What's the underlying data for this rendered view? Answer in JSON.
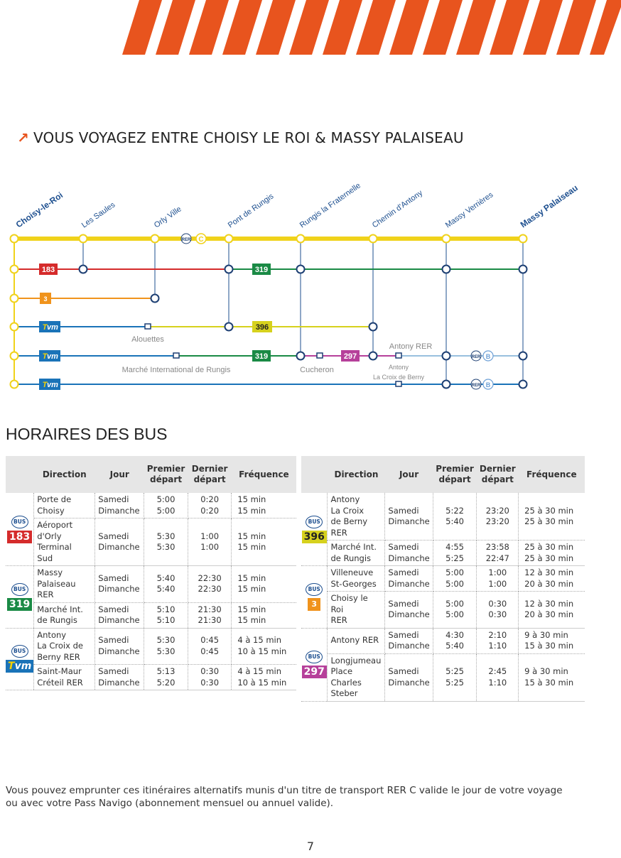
{
  "header": {
    "title": "VOUS VOYAGEZ ENTRE CHOISY LE ROI & MASSY PALAISEAU",
    "arrow_icon": "north-east-arrow-icon",
    "accent_color": "#e8541e"
  },
  "map": {
    "stations": [
      "Choisy-le-Roi",
      "Les Saules",
      "Orly Ville",
      "Pont de Rungis",
      "Rungis la Fraternelle",
      "Chemin d'Antony",
      "Massy Verrières",
      "Massy Palaiseau"
    ],
    "rer_badge": "RER",
    "rer_line": "C",
    "rer_b": "B",
    "line_labels": {
      "l183": "183",
      "l319a": "319",
      "l3": "3",
      "l396": "396",
      "l319b": "319",
      "l297": "297",
      "tvm_t": "T",
      "tvm_vm": "vm"
    },
    "stop_labels": {
      "alouettes": "Alouettes",
      "marche": "Marché International de Rungis",
      "cucheron": "Cucheron",
      "antony_rer": "Antony RER",
      "antony_berny_1": "Antony",
      "antony_berny_2": "La Croix de Berny"
    }
  },
  "schedule_title": "HORAIRES DES BUS",
  "columns": {
    "direction": "Direction",
    "jour": "Jour",
    "premier_1": "Premier",
    "premier_2": "départ",
    "dernier_1": "Dernier",
    "dernier_2": "départ",
    "frequence": "Fréquence"
  },
  "bus_badge": "BUS",
  "left_table": [
    {
      "line": "183",
      "rows": [
        {
          "dir": [
            "Porte de",
            "Choisy"
          ],
          "jour": [
            "Samedi",
            "Dimanche"
          ],
          "premier": [
            "5:00",
            "5:00"
          ],
          "dernier": [
            "0:20",
            "0:20"
          ],
          "freq": [
            "15 min",
            "15 min"
          ]
        },
        {
          "dir": [
            "Aéroport",
            "d'Orly",
            "Terminal",
            "Sud"
          ],
          "jour": [
            "Samedi",
            "Dimanche"
          ],
          "premier": [
            "5:30",
            "5:30"
          ],
          "dernier": [
            "1:00",
            "1:00"
          ],
          "freq": [
            "15 min",
            "15 min"
          ]
        }
      ]
    },
    {
      "line": "319",
      "rows": [
        {
          "dir": [
            "Massy",
            "Palaiseau",
            "RER"
          ],
          "jour": [
            "Samedi",
            "Dimanche"
          ],
          "premier": [
            "5:40",
            "5:40"
          ],
          "dernier": [
            "22:30",
            "22:30"
          ],
          "freq": [
            "15 min",
            "15 min"
          ]
        },
        {
          "dir": [
            "Marché Int.",
            "de Rungis"
          ],
          "jour": [
            "Samedi",
            "Dimanche"
          ],
          "premier": [
            "5:10",
            "5:10"
          ],
          "dernier": [
            "21:30",
            "21:30"
          ],
          "freq": [
            "15 min",
            "15 min"
          ]
        }
      ]
    },
    {
      "line": "Tvm",
      "rows": [
        {
          "dir": [
            "Antony",
            "La Croix de",
            "Berny RER"
          ],
          "jour": [
            "Samedi",
            "Dimanche"
          ],
          "premier": [
            "5:30",
            "5:30"
          ],
          "dernier": [
            "0:45",
            "0:45"
          ],
          "freq": [
            "4 à 15 min",
            "10 à 15 min"
          ]
        },
        {
          "dir": [
            "Saint-Maur",
            "Créteil RER"
          ],
          "jour": [
            "Samedi",
            "Dimanche"
          ],
          "premier": [
            "5:13",
            "5:20"
          ],
          "dernier": [
            "0:30",
            "0:30"
          ],
          "freq": [
            "4 à 15 min",
            "10 à 15 min"
          ]
        }
      ]
    }
  ],
  "right_table": [
    {
      "line": "396",
      "rows": [
        {
          "dir": [
            "Antony",
            "La Croix",
            "de Berny",
            "RER"
          ],
          "jour": [
            "Samedi",
            "Dimanche"
          ],
          "premier": [
            "5:22",
            "5:40"
          ],
          "dernier": [
            "23:20",
            "23:20"
          ],
          "freq": [
            "25 à 30 min",
            "25 à 30 min"
          ]
        },
        {
          "dir": [
            "Marché Int.",
            "de Rungis"
          ],
          "jour": [
            "Samedi",
            "Dimanche"
          ],
          "premier": [
            "4:55",
            "5:25"
          ],
          "dernier": [
            "23:58",
            "22:47"
          ],
          "freq": [
            "25 à 30 min",
            "25 à 30 min"
          ]
        }
      ]
    },
    {
      "line": "3",
      "rows": [
        {
          "dir": [
            "Villeneuve",
            "St-Georges"
          ],
          "jour": [
            "Samedi",
            "Dimanche"
          ],
          "premier": [
            "5:00",
            "5:00"
          ],
          "dernier": [
            "1:00",
            "1:00"
          ],
          "freq": [
            "12 à 30 min",
            "20 à 30 min"
          ]
        },
        {
          "dir": [
            "Choisy le Roi",
            "RER"
          ],
          "jour": [
            "Samedi",
            "Dimanche"
          ],
          "premier": [
            "5:00",
            "5:00"
          ],
          "dernier": [
            "0:30",
            "0:30"
          ],
          "freq": [
            "12 à 30 min",
            "20 à 30 min"
          ]
        }
      ]
    },
    {
      "line": "297",
      "rows": [
        {
          "dir": [
            "Antony RER"
          ],
          "jour": [
            "Samedi",
            "Dimanche"
          ],
          "premier": [
            "4:30",
            "5:40"
          ],
          "dernier": [
            "2:10",
            "1:10"
          ],
          "freq": [
            "9 à 30 min",
            "15 à 30 min"
          ]
        },
        {
          "dir": [
            "Longjumeau",
            "Place",
            "Charles",
            "Steber"
          ],
          "jour": [
            "Samedi",
            "Dimanche"
          ],
          "premier": [
            "5:25",
            "5:25"
          ],
          "dernier": [
            "2:45",
            "1:10"
          ],
          "freq": [
            "9 à 30 min",
            "15 à 30 min"
          ]
        }
      ]
    }
  ],
  "note": [
    "Vous pouvez emprunter ces itinéraires alternatifs munis d'un titre de transport RER C valide le jour de votre voyage",
    "ou avec votre Pass Navigo (abonnement mensuel ou annuel valide)."
  ],
  "page_number": "7"
}
